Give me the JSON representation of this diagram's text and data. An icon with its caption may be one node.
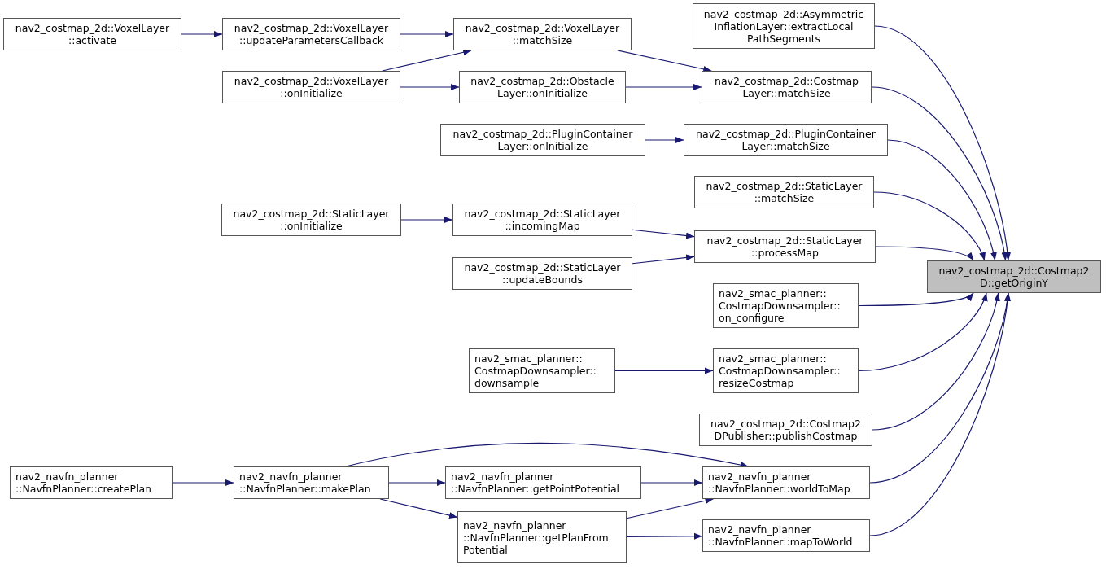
{
  "diagram": {
    "nodes": [
      {
        "text": [
          "nav2_costmap_2d::Costmap2 D::getOriginY"
        ]
      },
      {
        "text": [
          "nav2_costmap_2d::Asymmetric InflationLayer::extractLocal PathSegments"
        ]
      },
      {
        "text": [
          "nav2_costmap_2d::Costmap Layer::matchSize"
        ]
      },
      {
        "text": [
          "nav2_costmap_2d::PluginContainer Layer::matchSize"
        ]
      },
      {
        "text": [
          "nav2_costmap_2d::StaticLayer ::matchSize"
        ]
      },
      {
        "text": [
          "nav2_costmap_2d::StaticLayer ::processMap"
        ]
      },
      {
        "text": [
          "nav2_smac_planner:: CostmapDownsampler:: on_configure"
        ]
      },
      {
        "text": [
          "nav2_smac_planner:: CostmapDownsampler:: resizeCostmap"
        ]
      },
      {
        "text": [
          "nav2_costmap_2d::Costmap2 DPublisher::publishCostmap"
        ]
      },
      {
        "text": [
          "nav2_navfn_planner ::NavfnPlanner::worldToMap"
        ]
      },
      {
        "text": [
          "nav2_navfn_planner ::NavfnPlanner::mapToWorld"
        ]
      },
      {
        "text": [
          "nav2_costmap_2d::VoxelLayer ::matchSize"
        ]
      },
      {
        "text": [
          "nav2_costmap_2d::Obstacle Layer::onInitialize"
        ]
      },
      {
        "text": [
          "nav2_costmap_2d::PluginContainer Layer::onInitialize"
        ]
      },
      {
        "text": [
          "nav2_costmap_2d::StaticLayer ::incomingMap"
        ]
      },
      {
        "text": [
          "nav2_costmap_2d::StaticLayer ::updateBounds"
        ]
      },
      {
        "text": [
          "nav2_smac_planner:: CostmapDownsampler:: downsample"
        ]
      },
      {
        "text": [
          "nav2_navfn_planner ::NavfnPlanner::getPointPotential"
        ]
      },
      {
        "text": [
          "nav2_navfn_planner ::NavfnPlanner::getPlanFrom Potential"
        ]
      },
      {
        "text": [
          "nav2_costmap_2d::VoxelLayer ::updateParametersCallback"
        ]
      },
      {
        "text": [
          "nav2_costmap_2d::VoxelLayer ::onInitialize"
        ]
      },
      {
        "text": [
          "nav2_costmap_2d::StaticLayer ::onInitialize"
        ]
      },
      {
        "text": [
          "nav2_navfn_planner ::NavfnPlanner::makePlan"
        ]
      },
      {
        "text": [
          "nav2_costmap_2d::VoxelLayer ::activate"
        ]
      },
      {
        "text": [
          "nav2_navfn_planner ::NavfnPlanner::createPlan"
        ]
      }
    ],
    "edges": [
      {
        "from": 1,
        "to": 0,
        "arrow": "to"
      },
      {
        "from": 2,
        "to": 0,
        "arrow": "to"
      },
      {
        "from": 3,
        "to": 0,
        "arrow": "to"
      },
      {
        "from": 4,
        "to": 0,
        "arrow": "to"
      },
      {
        "from": 5,
        "to": 0,
        "arrow": "to"
      },
      {
        "from": 6,
        "to": 0,
        "arrow": "to"
      },
      {
        "from": 7,
        "to": 0,
        "arrow": "to"
      },
      {
        "from": 8,
        "to": 0,
        "arrow": "to"
      },
      {
        "from": 9,
        "to": 0,
        "arrow": "to"
      },
      {
        "from": 10,
        "to": 0,
        "arrow": "to"
      },
      {
        "from": 23,
        "to": 19,
        "arrow": "to"
      },
      {
        "from": 19,
        "to": 11,
        "arrow": "to"
      },
      {
        "from": 20,
        "to": 11,
        "arrow": "to"
      },
      {
        "from": 20,
        "to": 12,
        "arrow": "to"
      },
      {
        "from": 11,
        "to": 2,
        "arrow": "to"
      },
      {
        "from": 12,
        "to": 2,
        "arrow": "to"
      },
      {
        "from": 13,
        "to": 3,
        "arrow": "to"
      },
      {
        "from": 21,
        "to": 14,
        "arrow": "to"
      },
      {
        "from": 14,
        "to": 5,
        "arrow": "to"
      },
      {
        "from": 15,
        "to": 5,
        "arrow": "to"
      },
      {
        "from": 16,
        "to": 7,
        "arrow": "to"
      },
      {
        "from": 24,
        "to": 22,
        "arrow": "to"
      },
      {
        "from": 22,
        "to": 9,
        "arrow": "to"
      },
      {
        "from": 22,
        "to": 17,
        "arrow": "to"
      },
      {
        "from": 22,
        "to": 18,
        "arrow": "to"
      },
      {
        "from": 17,
        "to": 9,
        "arrow": "to"
      },
      {
        "from": 18,
        "to": 9,
        "arrow": "to"
      },
      {
        "from": 18,
        "to": 10,
        "arrow": "to"
      }
    ]
  }
}
